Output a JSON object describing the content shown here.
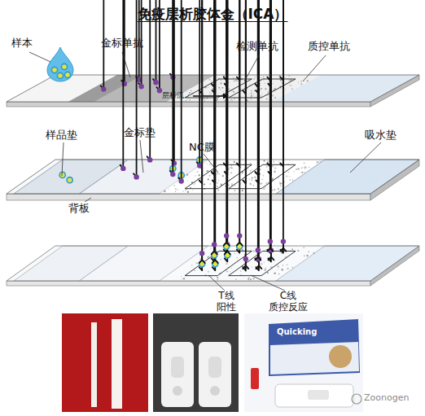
{
  "diagram": {
    "title": "免疫层析胶体金（ICA）",
    "labels": [
      "样本",
      "金标单抗",
      "检测单抗",
      "质控单抗",
      "层析流",
      "样品垫",
      "金标垫",
      "NC膜",
      "吸水垫",
      "背板",
      "T线 阳性",
      "C线 质控反应",
      "Quicking",
      "Zoonogen"
    ]
  }
}
